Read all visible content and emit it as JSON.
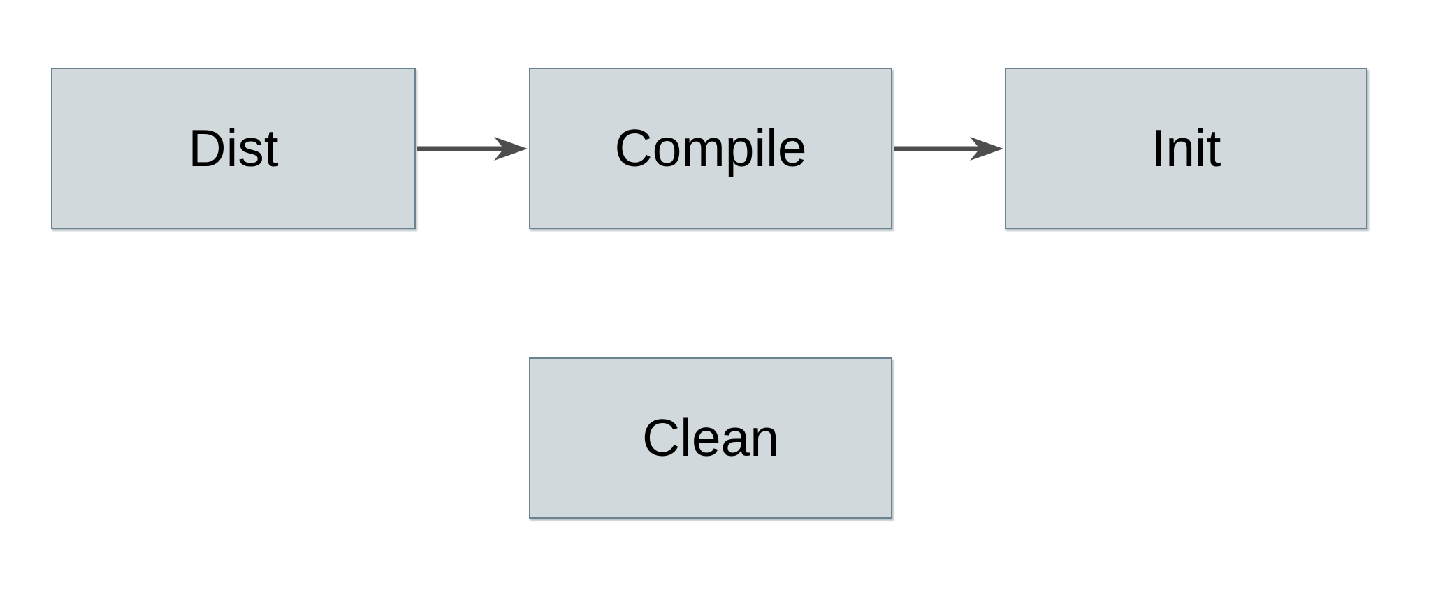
{
  "diagram": {
    "nodes": [
      {
        "id": "dist",
        "label": "Dist"
      },
      {
        "id": "compile",
        "label": "Compile"
      },
      {
        "id": "init",
        "label": "Init"
      },
      {
        "id": "clean",
        "label": "Clean"
      }
    ],
    "edges": [
      {
        "from": "dist",
        "to": "compile",
        "direction": "right"
      },
      {
        "from": "compile",
        "to": "init",
        "direction": "right"
      }
    ],
    "colors": {
      "node_fill": "#d1d9dc",
      "node_border": "#6b8290",
      "arrow": "#4d4d4d",
      "text": "#000000",
      "background": "#ffffff"
    }
  }
}
